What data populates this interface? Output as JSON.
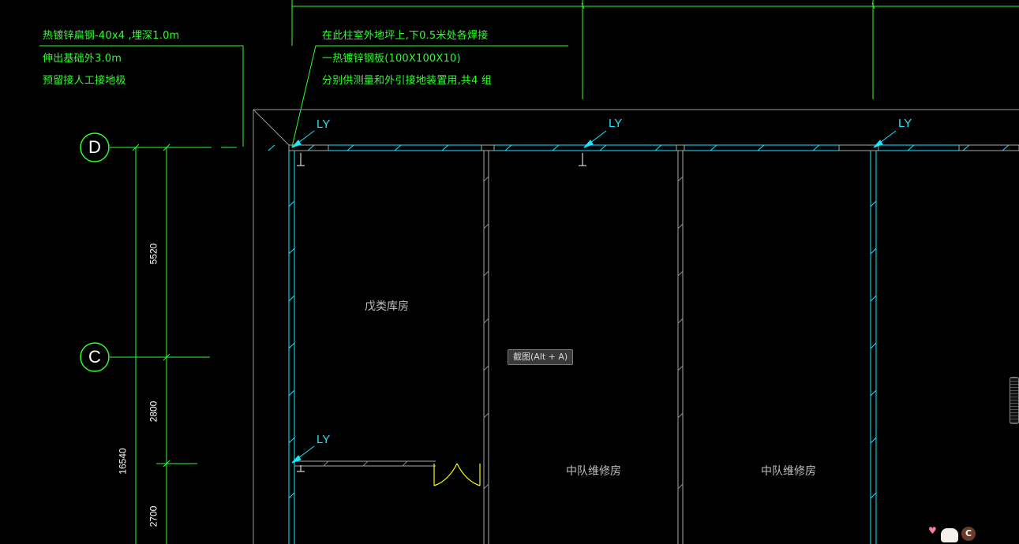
{
  "notes": {
    "left_line1": "热镀锌扁钢-40x4 ,埋深1.0m",
    "left_line2": "伸出基础外3.0m",
    "left_line3": "预留接人工接地极",
    "right_line1": "在此柱室外地坪上,下0.5米处各焊接",
    "right_line2": "一热镀锌钢板(100X100X10)",
    "right_line3": "分别供测量和外引接地装置用,共4 组"
  },
  "grid_axes": {
    "d": "D",
    "c": "C"
  },
  "dimensions": {
    "d1": "5520",
    "d2": "2800",
    "d3": "2700",
    "total": "16540"
  },
  "ly_markers": [
    "LY",
    "LY",
    "LY",
    "LY"
  ],
  "rooms": {
    "room1": "戊类库房",
    "room2": "中队维修房",
    "room3": "中队维修房"
  },
  "tooltip": "截图(Alt + A)",
  "mascot_badge": "C",
  "colors": {
    "annotation": "#2bff2b",
    "wall": "#19e6ff",
    "door": "#ffff00",
    "room_text": "#bfbfbf",
    "background": "#000000"
  }
}
